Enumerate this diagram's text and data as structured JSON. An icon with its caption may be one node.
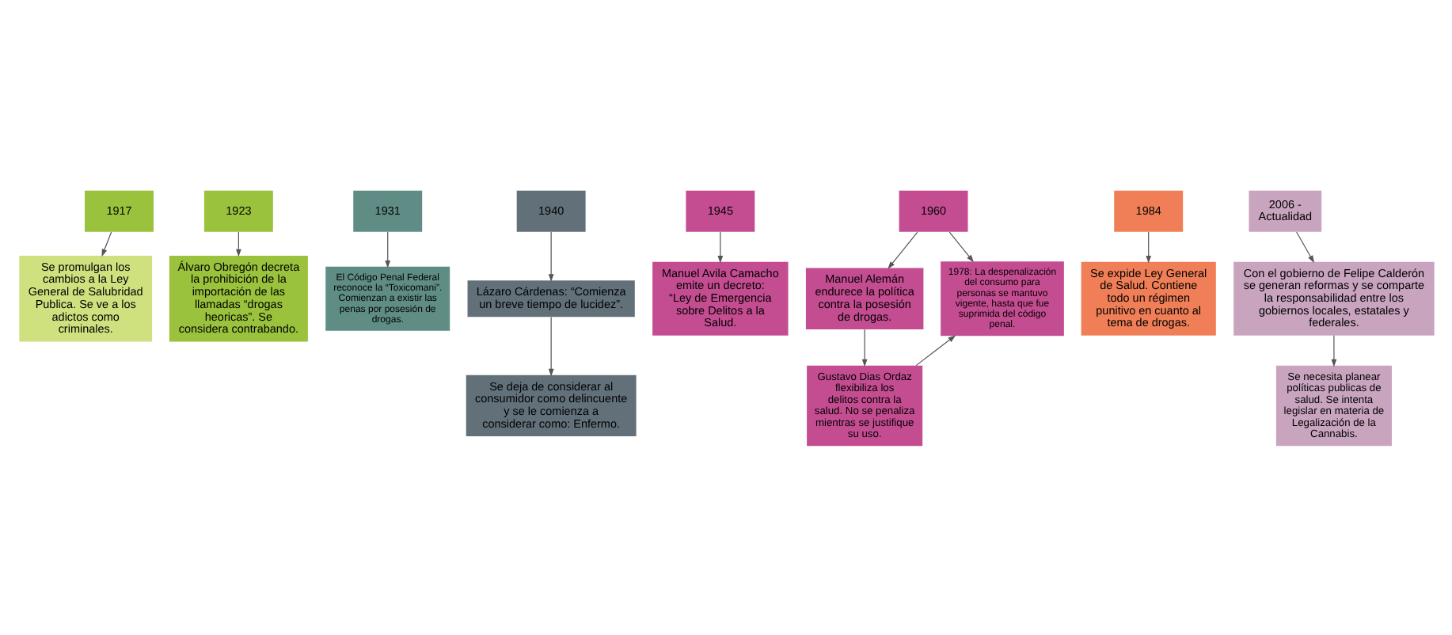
{
  "diagram": {
    "nodes": [
      {
        "text": [
          "1917"
        ]
      },
      {
        "text": [
          "1923"
        ]
      },
      {
        "text": [
          "1931"
        ]
      },
      {
        "text": [
          "1940"
        ]
      },
      {
        "text": [
          "1945"
        ]
      },
      {
        "text": [
          "1960"
        ]
      },
      {
        "text": [
          "1984"
        ]
      },
      {
        "text": [
          "2006 - Actualidad"
        ]
      },
      {
        "text": [
          "Se promulgan los cambios a la Ley General de Salubridad Publica. Se ve a los adictos como criminales."
        ]
      },
      {
        "text": [
          "Álvaro Obregón decreta la prohibición de la importación de las llamadas “drogas heoricas”. Se considera contrabando."
        ]
      },
      {
        "text": [
          "El Código Penal Federal reconoce la “Toxicomani”. Comienzan a existir las penas por posesión de drogas."
        ]
      },
      {
        "text": [
          "Lázaro Cárdenas: “Comienza un breve tiempo de lucidez”."
        ]
      },
      {
        "text": [
          "Se deja de considerar al consumidor como delincuente y se le comienza a considerar como: Enfermo."
        ]
      },
      {
        "text": [
          "Manuel Avila Camacho emite un decreto: “Ley de Emergencia sobre Delitos a la Salud."
        ]
      },
      {
        "text": [
          "Manuel Alemán endurece la política contra la posesión de drogas."
        ]
      },
      {
        "text": [
          "Gustavo Dias Ordaz flexibiliza los delitos contra la salud. No se penaliza mientras se justifique su uso."
        ]
      },
      {
        "text": [
          "1978: La despenalización del consumo para personas se mantuvo vigente, hasta que fue suprimida del código penal."
        ]
      },
      {
        "text": [
          "Se expide Ley General de Salud. Contiene todo un régimen punitivo en cuanto al tema de drogas."
        ]
      },
      {
        "text": [
          "Con el gobierno de Felipe Calderón se generan reformas y se comparte la responsabilidad entre los gobiernos locales, estatales y federales."
        ]
      },
      {
        "text": [
          "Se necesita planear políticas publicas de salud. Se intenta legislar en materia de Legalización de la Cannabis."
        ]
      }
    ],
    "edges": [
      {
        "from": 0,
        "to": 8,
        "arrow": "to"
      },
      {
        "from": 1,
        "to": 9,
        "arrow": "to"
      },
      {
        "from": 2,
        "to": 10,
        "arrow": "to"
      },
      {
        "from": 3,
        "to": 11,
        "arrow": "to"
      },
      {
        "from": 11,
        "to": 12,
        "arrow": "to"
      },
      {
        "from": 4,
        "to": 13,
        "arrow": "to"
      },
      {
        "from": 5,
        "to": 14,
        "arrow": "to"
      },
      {
        "from": 14,
        "to": 15,
        "arrow": "to"
      },
      {
        "from": 15,
        "to": 16,
        "arrow": "to"
      },
      {
        "from": 5,
        "to": 16,
        "arrow": "to"
      },
      {
        "from": 6,
        "to": 17,
        "arrow": "to"
      },
      {
        "from": 7,
        "to": 18,
        "arrow": "to"
      },
      {
        "from": 18,
        "to": 19,
        "arrow": "to"
      }
    ]
  }
}
